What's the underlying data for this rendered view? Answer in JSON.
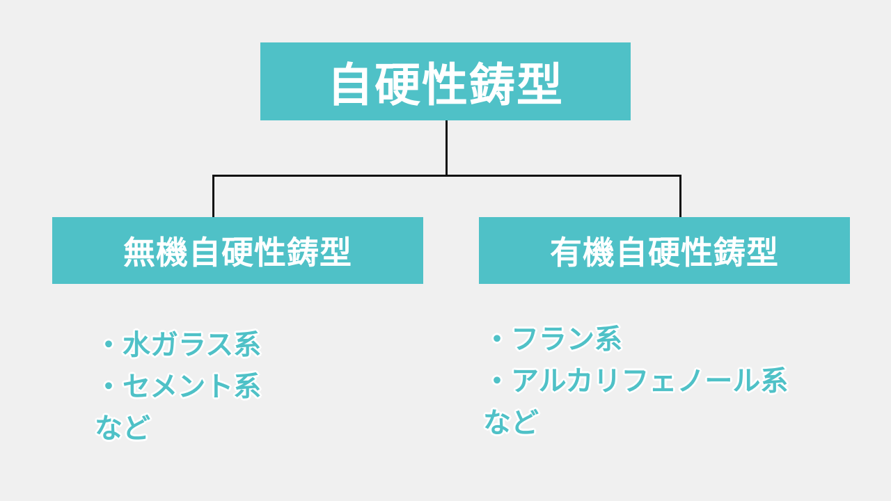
{
  "root": {
    "label": "自硬性鋳型"
  },
  "children": [
    {
      "label": "無機自硬性鋳型",
      "items": [
        "・水ガラス系",
        "・セメント系"
      ],
      "footer": "など"
    },
    {
      "label": "有機自硬性鋳型",
      "items": [
        "・フラン系",
        "・アルカリフェノール系"
      ],
      "footer": "など"
    }
  ],
  "colors": {
    "box_fill": "#4fc1c7",
    "box_text": "#ffffff",
    "list_text": "#4fc1c7",
    "connector": "#111111",
    "background": "#f0f0f0"
  }
}
